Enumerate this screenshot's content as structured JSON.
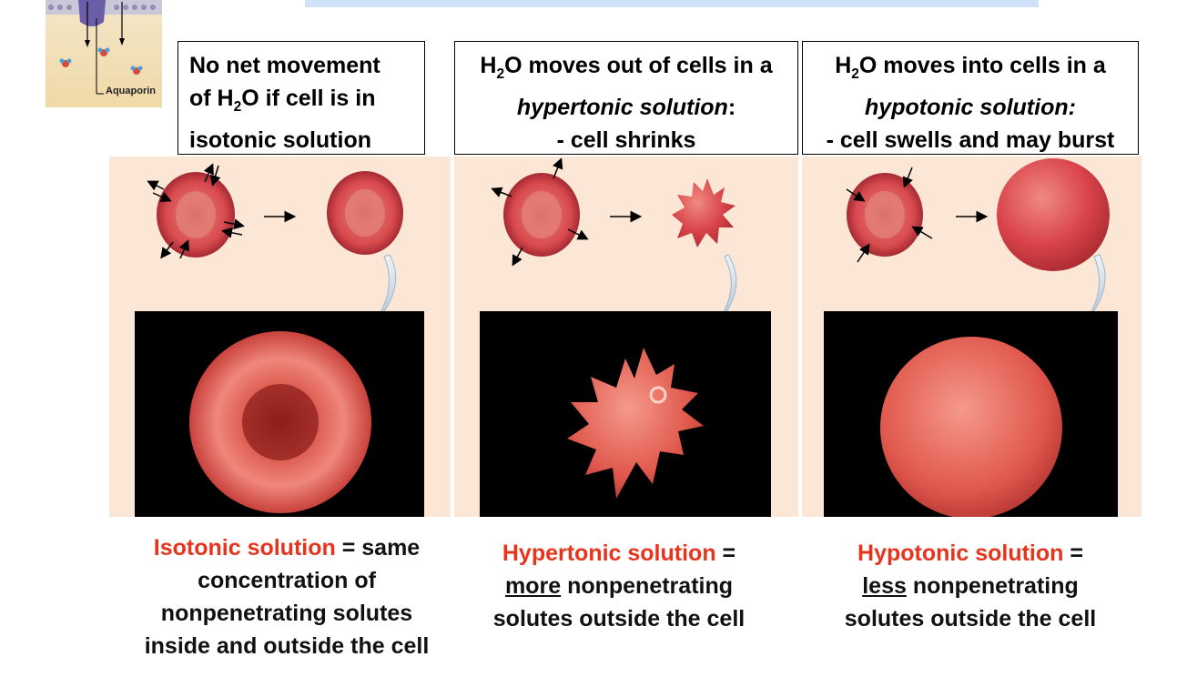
{
  "inset": {
    "label": "Aquaporin"
  },
  "panels": [
    {
      "id": "isotonic",
      "box_lines": [
        {
          "a": "No net movement"
        },
        {
          "a": "of H",
          "sub": "2",
          "b": "O if cell is in"
        },
        {
          "a": "isotonic solution"
        }
      ],
      "caption": {
        "term": "Isotonic solution",
        "eq": " = same",
        "lines": [
          "concentration of",
          "nonpenetrating solutes",
          "inside and outside the cell"
        ]
      }
    },
    {
      "id": "hypertonic",
      "box_lines": [
        {
          "a": "H",
          "sub": "2",
          "b": "O moves out of cells in a"
        },
        {
          "it": "hypertonic solution",
          "b": ":"
        },
        {
          "a": "- cell shrinks"
        }
      ],
      "caption": {
        "term": "Hypertonic solution",
        "eq": " =",
        "under": "more",
        "rest": " nonpenetrating",
        "lines": [
          "solutes outside the cell"
        ]
      }
    },
    {
      "id": "hypotonic",
      "box_lines": [
        {
          "a": "H",
          "sub": "2",
          "b": "O moves into cells in a"
        },
        {
          "it": "hypotonic solution:"
        },
        {
          "a": "- cell swells and may burst"
        }
      ],
      "caption": {
        "term": "Hypotonic solution",
        "eq": " =",
        "under": "less",
        "rest": " nonpenetrating",
        "lines": [
          "solutes outside the cell"
        ]
      }
    }
  ],
  "colors": {
    "term": "#e8341c",
    "panel_bg": "#fce7d6",
    "cell": "#d9434a"
  }
}
